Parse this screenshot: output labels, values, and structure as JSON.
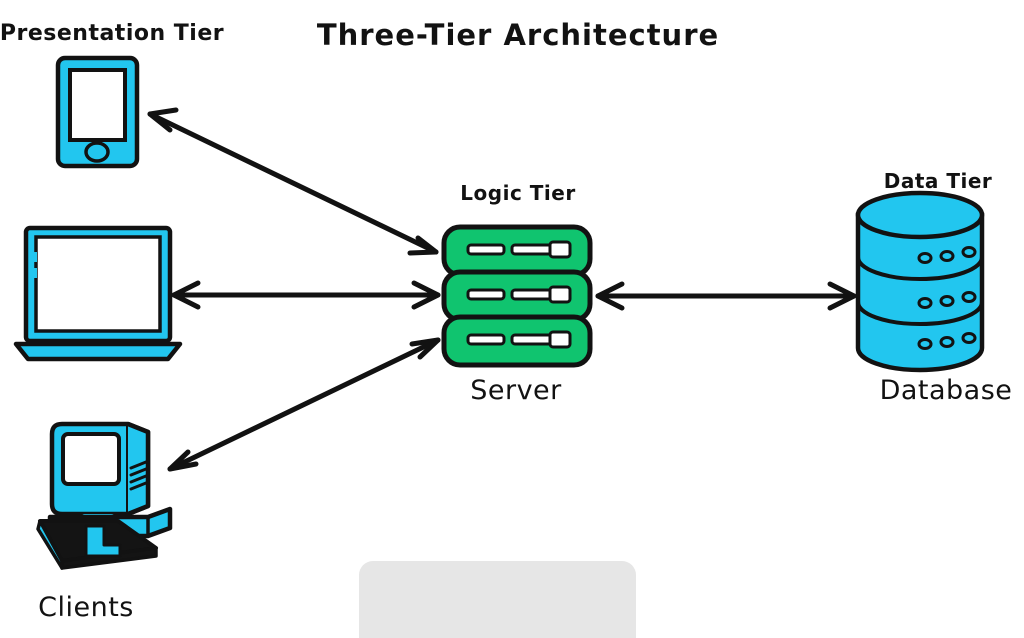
{
  "diagram": {
    "title": "Three-Tier Architecture",
    "background_color": "#ffffff",
    "palette": {
      "cyan": "#22C6EF",
      "green": "#10C46F",
      "outline": "#121212",
      "white": "#ffffff",
      "dark": "#141414",
      "gray_block": "#E6E6E6"
    },
    "tiers": [
      {
        "id": "presentation",
        "label": "Presentation Tier",
        "sublabel": "Clients",
        "color": "#22C6EF"
      },
      {
        "id": "logic",
        "label": "Logic Tier",
        "sublabel": "Server",
        "color": "#10C46F"
      },
      {
        "id": "data",
        "label": "Data Tier",
        "sublabel": "Database",
        "color": "#22C6EF"
      }
    ],
    "nodes": [
      {
        "id": "phone",
        "icon": "smartphone-icon",
        "tier": "presentation"
      },
      {
        "id": "laptop",
        "icon": "laptop-icon",
        "tier": "presentation"
      },
      {
        "id": "desktop",
        "icon": "desktop-pc-icon",
        "tier": "presentation"
      },
      {
        "id": "server",
        "icon": "server-rack-icon",
        "tier": "logic"
      },
      {
        "id": "database",
        "icon": "database-icon",
        "tier": "data"
      }
    ],
    "connections": [
      {
        "id": "phone-server",
        "from": "phone",
        "to": "server",
        "style": "double-arrow"
      },
      {
        "id": "laptop-server",
        "from": "laptop",
        "to": "server",
        "style": "double-arrow"
      },
      {
        "id": "desktop-server",
        "from": "desktop",
        "to": "server",
        "style": "double-arrow"
      },
      {
        "id": "server-database",
        "from": "server",
        "to": "database",
        "style": "double-arrow"
      }
    ],
    "server_units": 3,
    "database_layers": 3
  }
}
